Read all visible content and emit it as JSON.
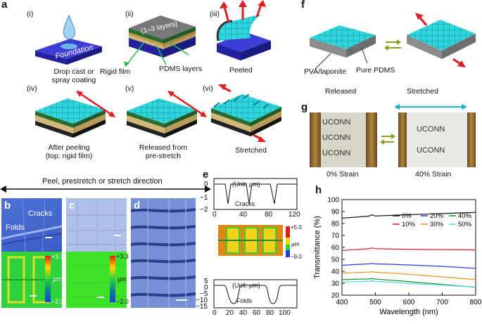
{
  "panels": {
    "a": "a",
    "b": "b",
    "c": "c",
    "d": "d",
    "e": "e",
    "f": "f",
    "g": "g",
    "h": "h"
  },
  "a": {
    "steps": {
      "i": "(i)",
      "ii": "(ii)",
      "iii": "(iii)",
      "iv": "(iv)",
      "v": "(v)",
      "vi": "(vi)"
    },
    "foundation": "Foundation",
    "layers": "(1–3 layers)",
    "cap_i_1": "Drop cast or",
    "cap_i_2": "spray coating",
    "rigid_film": "Rigid film",
    "pdms_layers": "PDMS layers",
    "peeled": "Peeled",
    "cap_iv_1": "After peeling",
    "cap_iv_2": "(top: rigid film)",
    "cap_v_1": "Released from",
    "cap_v_2": "pre-stretch",
    "stretched": "Stretched"
  },
  "direction_label": "Peel, prestretch or stretch direction",
  "b": {
    "cracks": "Cracks",
    "folds": "Folds",
    "cbar_max": "+3.3",
    "cbar_unit": "μm",
    "cbar_min": "−2.0"
  },
  "c": {
    "cbar_max": "+3.3",
    "cbar_unit": "μm",
    "cbar_min": "−2.0"
  },
  "e": {
    "top": {
      "unit": "(Unit: μm)",
      "trace_label": "Cracks",
      "yticks": [
        "0",
        "−1",
        "−2"
      ],
      "xticks": [
        "0",
        "40",
        "80",
        "120"
      ]
    },
    "middle": {
      "cbar_max": "+5.0",
      "cbar_unit": "μm",
      "cbar_min": "−9.0"
    },
    "bottom": {
      "unit": "(Unit: μm)",
      "trace_label": "Folds",
      "yticks": [
        "5",
        "0",
        "−5",
        "−10",
        "−15"
      ],
      "xticks": [
        "0",
        "20",
        "40",
        "60",
        "80",
        "100"
      ]
    }
  },
  "f": {
    "pva": "PVA/laponite",
    "pdms": "Pure PDMS",
    "released": "Released",
    "stretched": "Stretched"
  },
  "g": {
    "uconn": "UCONN",
    "strain0": "0% Strain",
    "strain40": "40% Strain"
  },
  "chart_data": {
    "type": "line",
    "xlabel": "Wavelength (nm)",
    "ylabel": "Transmittance (%)",
    "xlim": [
      400,
      800
    ],
    "ylim": [
      20,
      100
    ],
    "xticks": [
      400,
      500,
      600,
      700,
      800
    ],
    "yticks": [
      20,
      30,
      40,
      50,
      60,
      70,
      80,
      90,
      100
    ],
    "grid": false,
    "legend": "top-right",
    "x": [
      400,
      450,
      480,
      490,
      500,
      550,
      600,
      650,
      700,
      750,
      800
    ],
    "series": [
      {
        "name": "0%",
        "color": "#111111",
        "values": [
          84.5,
          85.5,
          86.2,
          87.2,
          86.3,
          86.8,
          87.4,
          87.8,
          88.3,
          88.8,
          89.3
        ]
      },
      {
        "name": "10%",
        "color": "#e41a1c",
        "values": [
          57.5,
          58.3,
          58.9,
          59.6,
          59.0,
          58.6,
          58.4,
          58.2,
          58.1,
          58.0,
          57.9
        ]
      },
      {
        "name": "20%",
        "color": "#1f3fd6",
        "values": [
          45.0,
          45.8,
          46.2,
          46.6,
          46.2,
          45.8,
          45.3,
          44.7,
          44.1,
          43.3,
          42.5
        ]
      },
      {
        "name": "30%",
        "color": "#f28e1c",
        "values": [
          38.5,
          39.0,
          39.3,
          39.6,
          39.1,
          38.4,
          37.5,
          36.5,
          35.3,
          34.2,
          33.0
        ]
      },
      {
        "name": "40%",
        "color": "#1a8a2a",
        "values": [
          33.0,
          33.4,
          33.6,
          33.9,
          33.4,
          32.5,
          31.4,
          30.2,
          29.0,
          27.8,
          26.6
        ]
      },
      {
        "name": "50%",
        "color": "#4fd8e8",
        "values": [
          31.0,
          31.4,
          31.7,
          32.0,
          31.5,
          30.8,
          30.0,
          29.2,
          28.4,
          27.6,
          26.8
        ]
      }
    ]
  }
}
